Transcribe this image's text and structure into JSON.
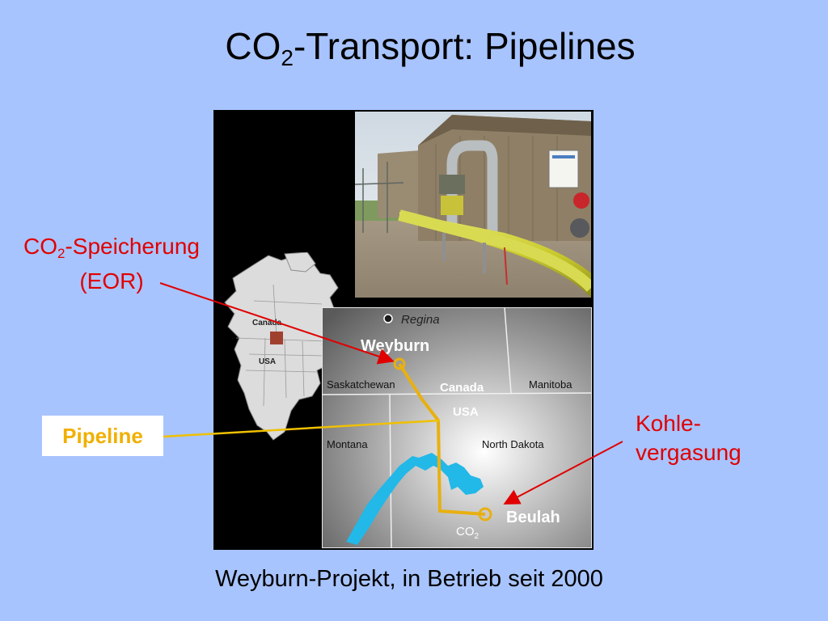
{
  "slide": {
    "title_prefix": "CO",
    "title_sub": "2",
    "title_suffix": "-Transport: Pipelines",
    "caption": "Weyburn-Projekt, in Betrieb seit 2000"
  },
  "callouts": {
    "storage_prefix": "CO",
    "storage_sub": "2",
    "storage_suffix": "-Speicherung",
    "storage_line2": "(EOR)",
    "pipeline": "Pipeline",
    "gasification_line1": "Kohle-",
    "gasification_line2": "vergasung"
  },
  "continent_map": {
    "canada": "Canada",
    "usa": "USA"
  },
  "region_map": {
    "regina": "Regina",
    "weyburn": "Weyburn",
    "saskatchewan": "Saskatchewan",
    "canada": "Canada",
    "manitoba": "Manitoba",
    "usa": "USA",
    "montana": "Montana",
    "north_dakota": "North Dakota",
    "beulah": "Beulah",
    "co2_prefix": "CO",
    "co2_sub": "2"
  },
  "colors": {
    "background": "#a8c4fe",
    "callout_red": "#e00000",
    "pipeline_yellow": "#f0b000",
    "lake_cyan": "#22b8e8"
  },
  "icons": {
    "city_marker": "circle-dot-icon"
  }
}
